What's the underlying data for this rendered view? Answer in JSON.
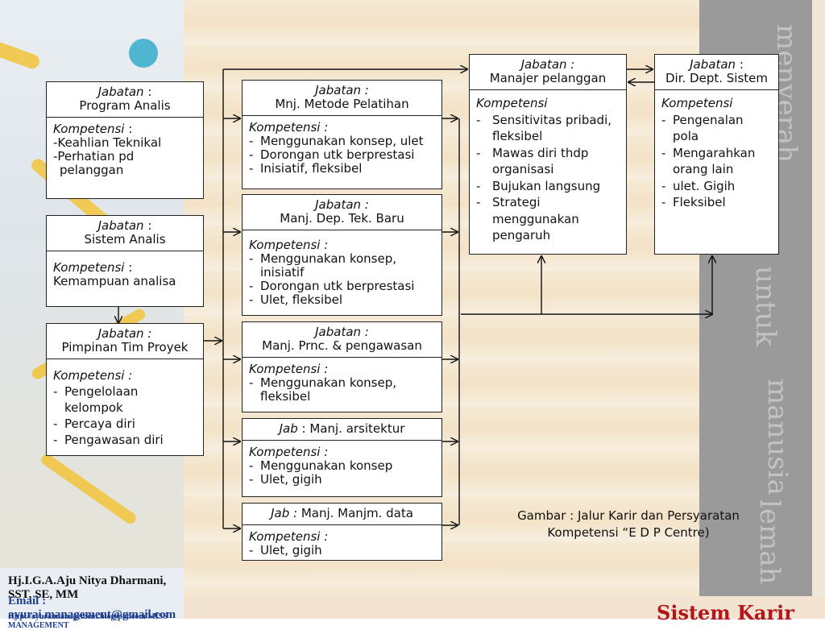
{
  "boxes": {
    "program_analis": {
      "jab_label": "Jabatan",
      "title": "Program Analis",
      "komp_label": "Kompetensi",
      "items": [
        "-Keahlian Teknikal",
        "-Perhatian pd",
        "pelanggan"
      ]
    },
    "sistem_analis": {
      "jab_label": "Jabatan",
      "title": "Sistem Analis",
      "komp_label": "Kompetensi",
      "text": "Kemampuan analisa"
    },
    "pimpinan": {
      "jab_label": "Jabatan :",
      "title": "Pimpinan Tim Proyek",
      "komp_label": "Kompetensi :",
      "items": [
        "Pengelolaan kelompok",
        "Percaya diri",
        "Pengawasan diri"
      ]
    },
    "metode": {
      "jab_label": "Jabatan :",
      "title": "Mnj. Metode Pelatihan",
      "komp_label": "Kompetensi :",
      "items": [
        "Menggunakan konsep, ulet",
        "Dorongan utk berprestasi",
        "Inisiatif, fleksibel"
      ]
    },
    "tekbaru": {
      "jab_label": "Jabatan :",
      "title": "Manj. Dep. Tek. Baru",
      "komp_label": "Kompetensi :",
      "items": [
        "Menggunakan konsep, inisiatif",
        "Dorongan utk berprestasi",
        "Ulet, fleksibel"
      ]
    },
    "prnc": {
      "jab_label": "Jabatan :",
      "title": "Manj. Prnc. & pengawasan",
      "komp_label": "Kompetensi :",
      "items": [
        "Menggunakan konsep, fleksibel"
      ]
    },
    "arsitektur": {
      "jab_label": "Jab",
      "title": "Manj. arsitektur",
      "komp_label": "Kompetensi :",
      "items": [
        "Menggunakan konsep",
        "Ulet, gigih"
      ]
    },
    "data": {
      "jab_label": "Jab :",
      "title": "Manj. Manjm. data",
      "komp_label": "Kompetensi :",
      "items": [
        "Ulet, gigih"
      ]
    },
    "pelanggan": {
      "jab_label": "Jabatan :",
      "title": "Manajer pelanggan",
      "komp_label": "Kompetensi",
      "items": [
        "Sensitivitas pribadi, fleksibel",
        "Mawas diri thdp organisasi",
        "Bujukan langsung",
        "Strategi menggunakan pengaruh"
      ]
    },
    "dir": {
      "jab_label": "Jabatan",
      "title": "Dir. Dept. Sistem",
      "komp_label": "Kompetensi",
      "items": [
        "Pengenalan pola",
        "Mengarahkan orang lain",
        "ulet. Gigih",
        "Fleksibel"
      ]
    }
  },
  "caption": {
    "line1": "Gambar : Jalur Karir dan Persyaratan",
    "line2": "Kompetensi “E D P Centre)"
  },
  "side_words": [
    "menyerah",
    "untuk",
    "manusia",
    "lemah"
  ],
  "footer": {
    "name": "Hj.I.G.A.Aju Nitya Dharmani, SST, SE, MM",
    "email": "Email : ayurai.management@gmail.com",
    "url": "Http://ayuraimanagement.blogspot.com/MISS MANAGEMENT",
    "title": "Sistem Karir"
  }
}
